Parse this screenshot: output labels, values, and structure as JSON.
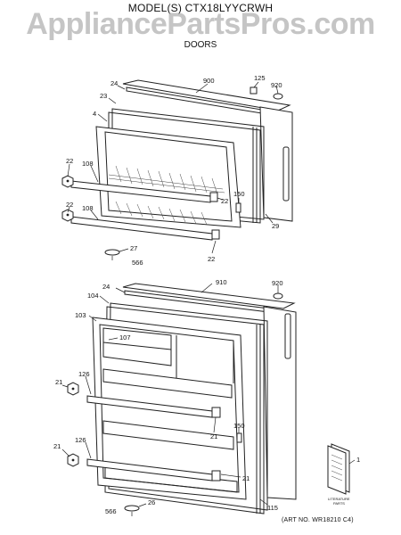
{
  "header": {
    "model_line": "MODEL(S) CTX18LYYCRWH",
    "watermark": "AppliancePartsPros.com",
    "section": "DOORS"
  },
  "footer": {
    "art_number": "(ART NO. WR18210 C4)"
  },
  "literature": {
    "label_line1": "LITERATURE",
    "label_line2": "PARTS"
  },
  "callouts": {
    "c900": "900",
    "c125": "125",
    "c920a": "920",
    "c24a": "24",
    "c23": "23",
    "c4": "4",
    "c22a": "22",
    "c108a": "108",
    "c22b": "22",
    "c108b": "108",
    "c150a": "150",
    "c22c": "22",
    "c29": "29",
    "c27": "27",
    "c566a": "566",
    "c22d": "22",
    "c910": "910",
    "c920b": "920",
    "c24b": "24",
    "c104": "104",
    "c103": "103",
    "c107": "107",
    "c21a": "21",
    "c126a": "126",
    "c21b": "21",
    "c150b": "150",
    "c21c": "21",
    "c126b": "126",
    "c21d": "21",
    "c115": "115",
    "c1": "1",
    "c26": "26",
    "c566b": "566"
  },
  "icons": [
    "refrigerator-freezer-door",
    "refrigerator-fresh-food-door",
    "door-shelf-bar",
    "shelf-end-cap",
    "door-hinge-part",
    "literature-booklet"
  ]
}
